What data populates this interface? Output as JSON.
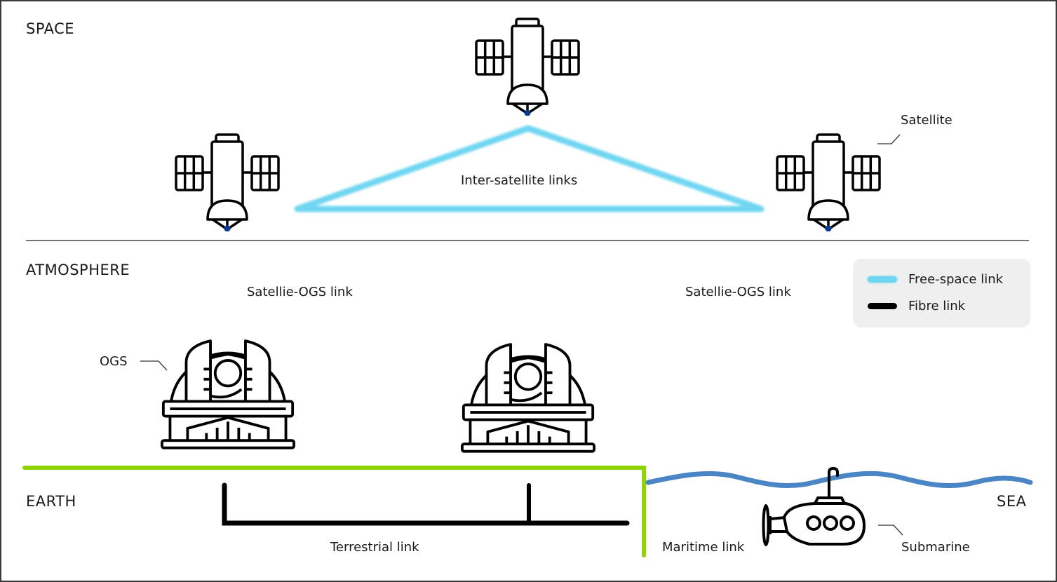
{
  "zones": {
    "space": "SPACE",
    "atmosphere": "ATMOSPHERE",
    "earth": "EARTH",
    "sea": "SEA"
  },
  "labels": {
    "satellite": "Satellite",
    "inter_satellite": "Inter-satellite links",
    "sat_ogs_left": "Satellie-OGS link",
    "sat_ogs_right": "Satellie-OGS link",
    "ogs": "OGS",
    "terrestrial": "Terrestrial link",
    "maritime": "Maritime link",
    "submarine": "Submarine"
  },
  "legend": {
    "items": [
      {
        "label": "Free-space link",
        "color": "#6fd6f2"
      },
      {
        "label": "Fibre link",
        "color": "#000000"
      }
    ]
  },
  "colors": {
    "free_space": "#6fd6f2",
    "fibre": "#000000",
    "ground": "#8fd400",
    "sea": "#4a86c5",
    "antenna_tip": "#0a3a8c",
    "legend_bg": "#efefef"
  },
  "icons": {
    "satellite": "satellite-icon",
    "ogs": "observatory-icon",
    "submarine": "submarine-icon"
  }
}
